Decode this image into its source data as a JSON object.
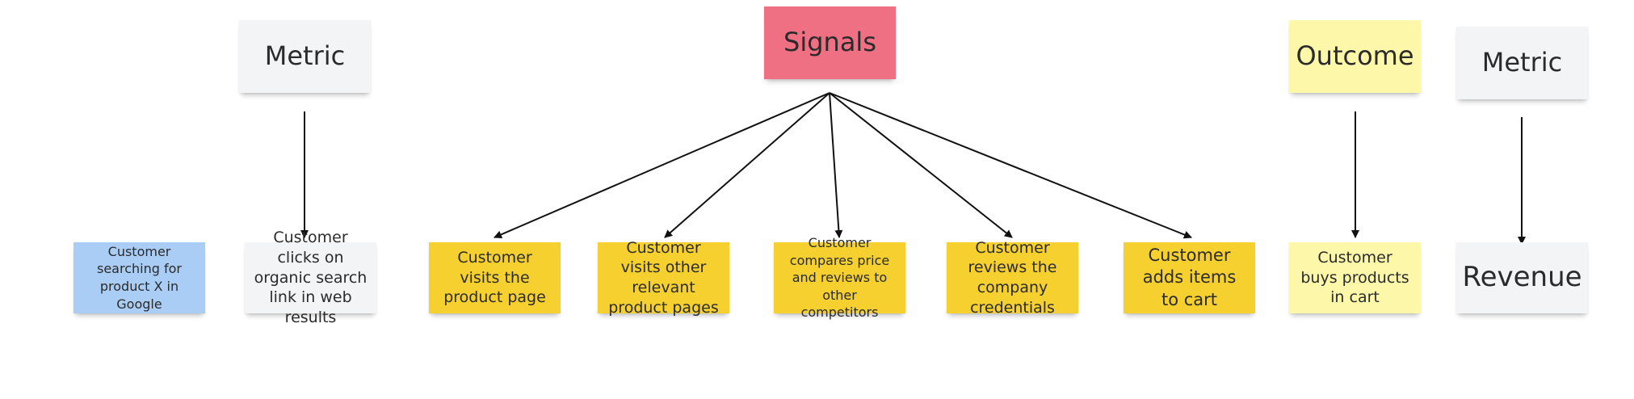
{
  "colors": {
    "gray": "#f3f4f6",
    "pink": "#ef6f83",
    "yellow": "#f5d02e",
    "pale_yellow": "#fdf7a9",
    "blue": "#a9cdf5",
    "arrow": "#111111"
  },
  "headers": {
    "metric_left": "Metric",
    "signals": "Signals",
    "outcome": "Outcome",
    "metric_right": "Metric"
  },
  "notes": {
    "search": "Customer searching for product X in Google",
    "clicks": "Customer clicks on organic search link in web results",
    "visits": "Customer visits the product page",
    "other_pages": "Customer visits other relevant product pages",
    "compares": "Customer compares price and reviews to other competitors",
    "reviews": "Customer reviews the company credentials",
    "adds_cart": "Customer adds items to cart",
    "buys": "Customer buys products in cart",
    "revenue": "Revenue"
  }
}
